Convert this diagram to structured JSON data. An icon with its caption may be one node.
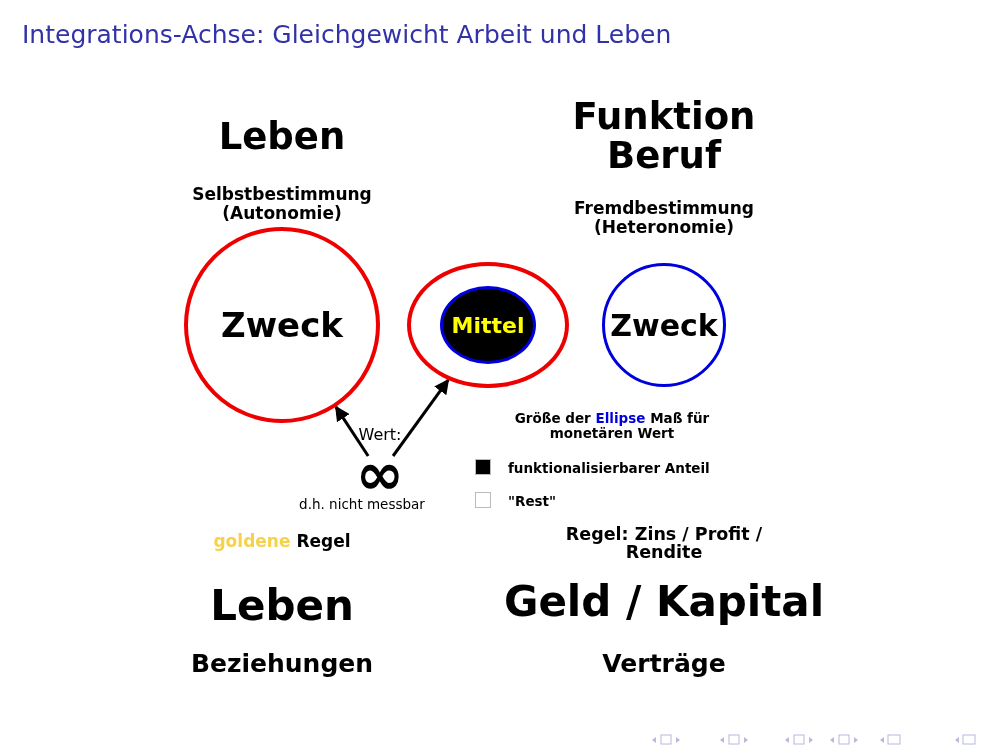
{
  "diagram": {
    "title": "Integrations-Achse: Gleichgewicht Arbeit und Leben",
    "nodes": [
      {
        "text": [
          "Zweck"
        ]
      },
      {
        "text": [],
        "shape": "circle"
      },
      {
        "text": [
          "Mittel"
        ],
        "in": 1
      },
      {
        "text": [
          "Zweck"
        ]
      },
      {
        "text": [
          "∞"
        ],
        "beside": [
          "d.h. nicht messbar"
        ]
      }
    ],
    "edges": [
      {
        "from": 4,
        "to": 0,
        "arrow": "to"
      },
      {
        "from": 4,
        "to": 1,
        "arrow": "to"
      }
    ],
    "labels": [
      "Leben",
      "Selbstbestimmung (Autonomie)",
      "Funktion Beruf",
      "Fremdbestimmung (Heteronomie)",
      "Wert:",
      "Größe der",
      "Ellipse",
      "Maß für monetären Wert",
      "goldene",
      "Regel",
      "Regel: Zins / Profit / Rendite",
      "Leben",
      "Geld / Kapital",
      "Beziehungen",
      "Verträge"
    ],
    "legend": [
      {
        "text": "funktionalisierbarer Anteil",
        "color": "#000000"
      },
      {
        "text": "\"Rest\"",
        "color": "#ffffff"
      }
    ]
  }
}
